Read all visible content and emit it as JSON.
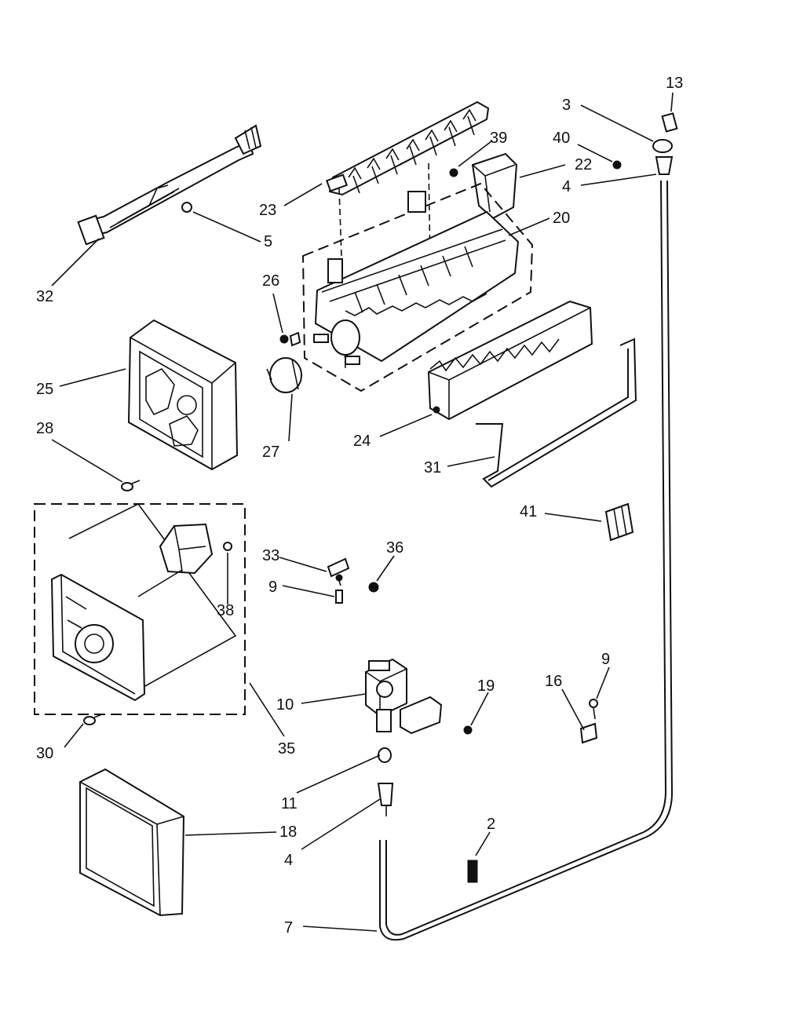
{
  "callouts": {
    "c13": "13",
    "c3": "3",
    "c40": "40",
    "c39": "39",
    "c22": "22",
    "c4a": "4",
    "c23": "23",
    "c20": "20",
    "c5": "5",
    "c32": "32",
    "c26": "26",
    "c25": "25",
    "c28": "28",
    "c27": "27",
    "c24": "24",
    "c31": "31",
    "c41": "41",
    "c33": "33",
    "c36": "36",
    "c9a": "9",
    "c38": "38",
    "c10": "10",
    "c19": "19",
    "c9b": "9",
    "c16": "16",
    "c30": "30",
    "c35": "35",
    "c11": "11",
    "c18": "18",
    "c4b": "4",
    "c2": "2",
    "c7": "7"
  }
}
